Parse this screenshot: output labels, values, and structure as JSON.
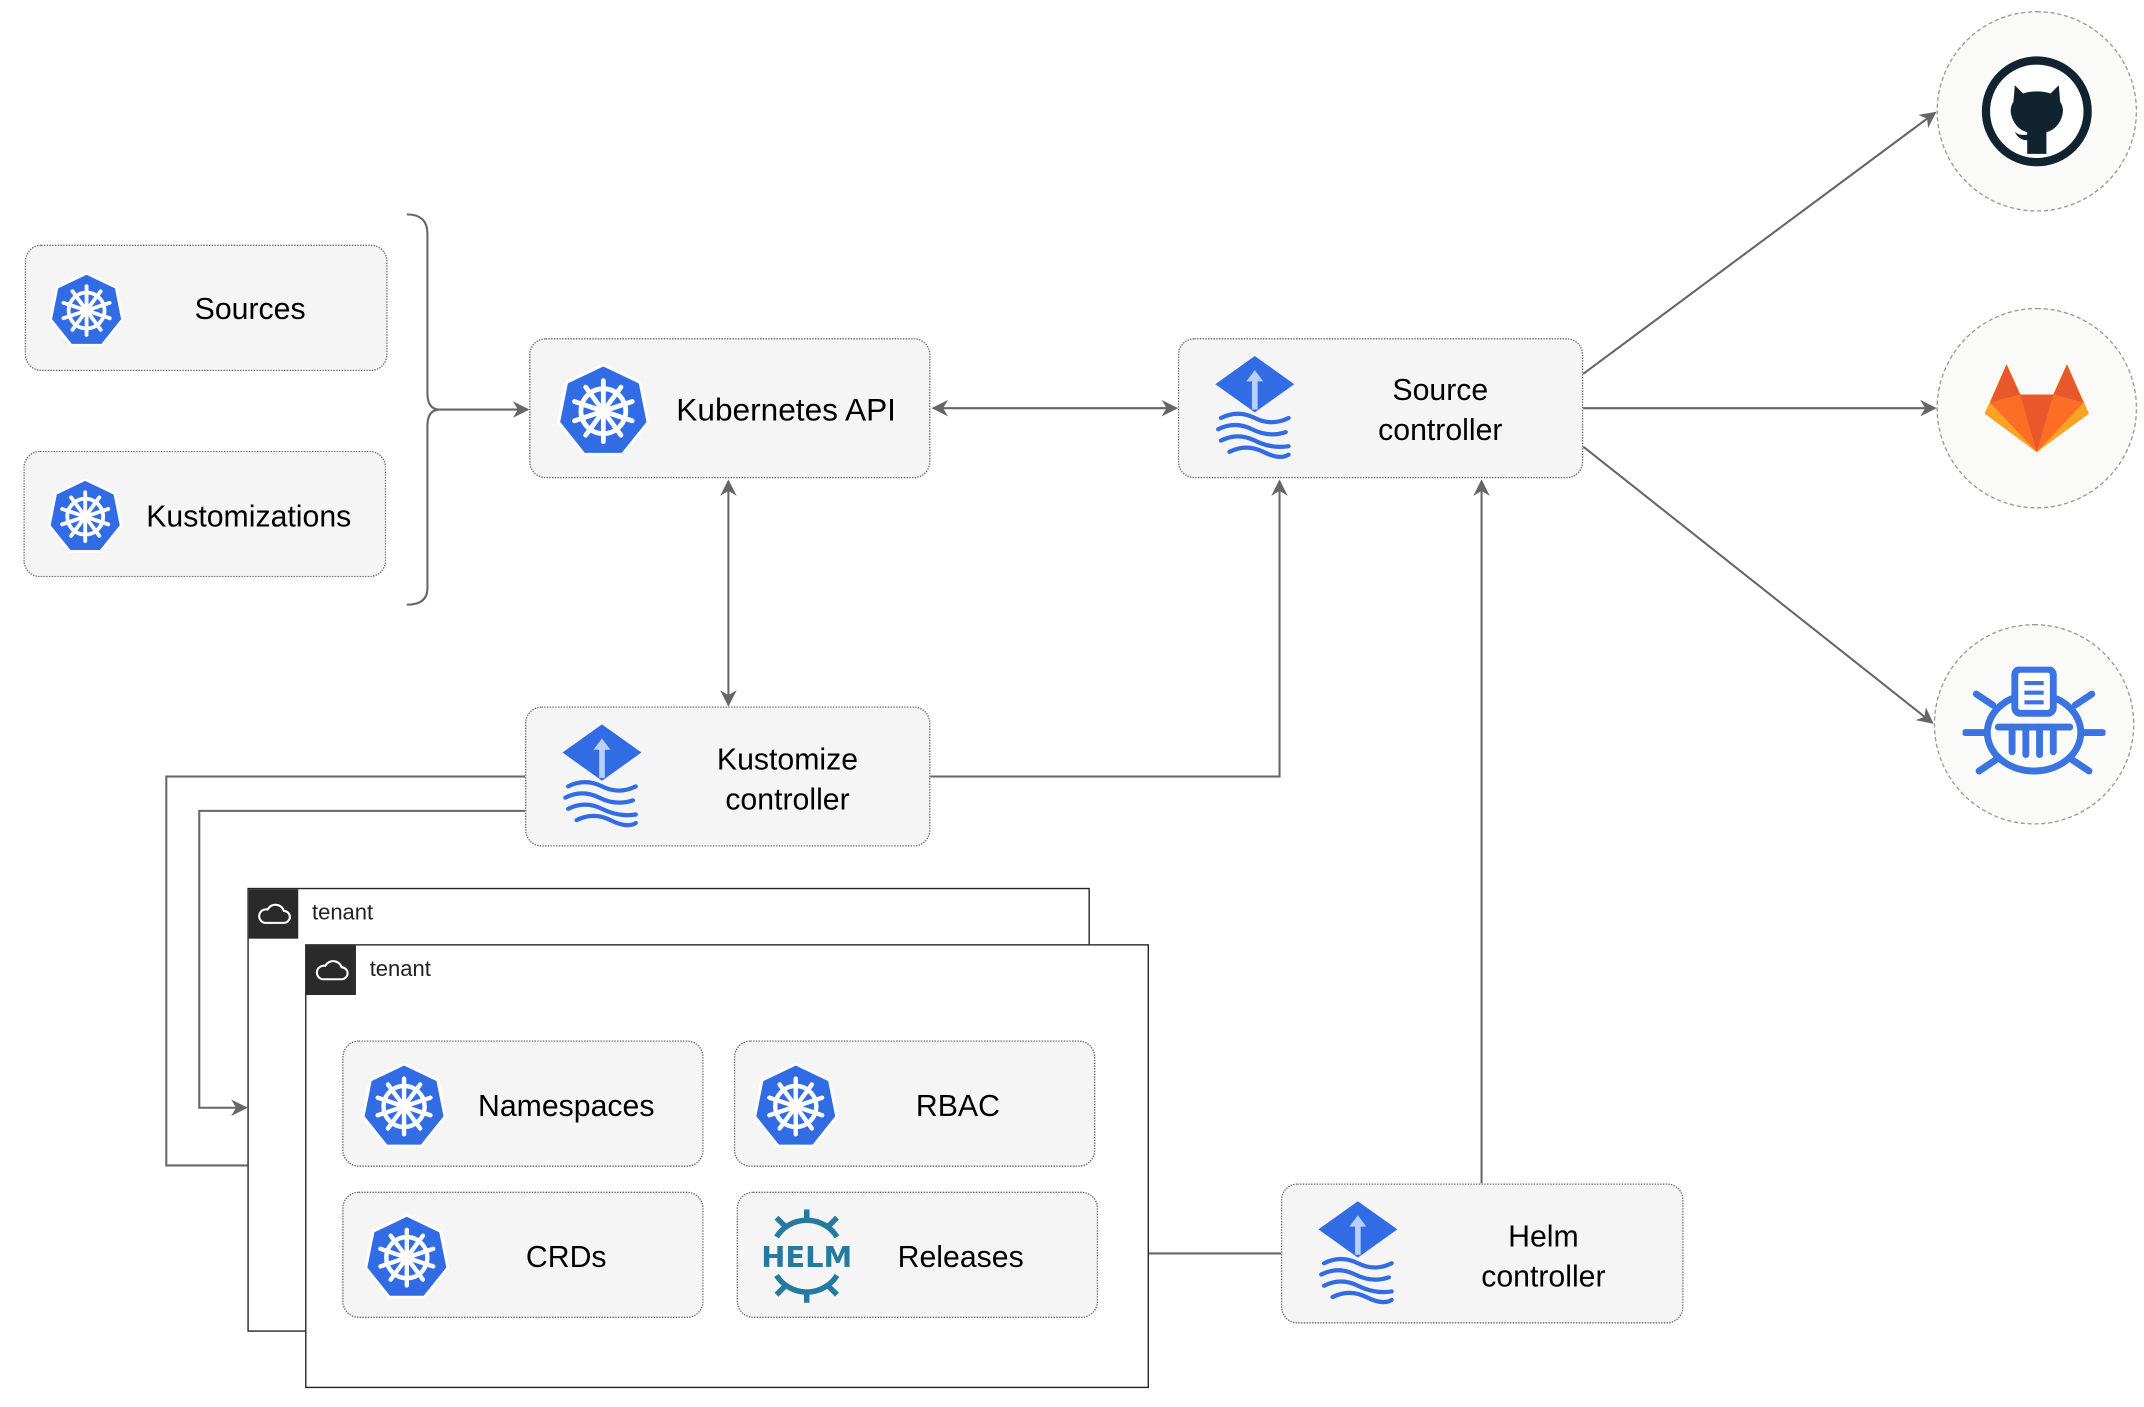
{
  "nodes": {
    "sources": "Sources",
    "kustomizations": "Kustomizations",
    "kubernetes_api": "Kubernetes API",
    "source_controller": [
      "Source",
      "controller"
    ],
    "kustomize_controller": [
      "Kustomize",
      "controller"
    ],
    "helm_controller": [
      "Helm",
      "controller"
    ],
    "namespaces": "Namespaces",
    "rbac": "RBAC",
    "crds": "CRDs",
    "releases": "Releases"
  },
  "tenants": [
    "tenant",
    "tenant"
  ],
  "helm_logo_text": "HELM",
  "external_sources": [
    "github-icon",
    "gitlab-icon",
    "harbor-registry-icon"
  ],
  "colors": {
    "k8s_blue": "#326ce5",
    "helm_blue": "#277a9f",
    "github_dark": "#10232f",
    "gitlab_orange": "#e8582a",
    "gitlab_yellow": "#fca326",
    "edge": "#666666"
  }
}
